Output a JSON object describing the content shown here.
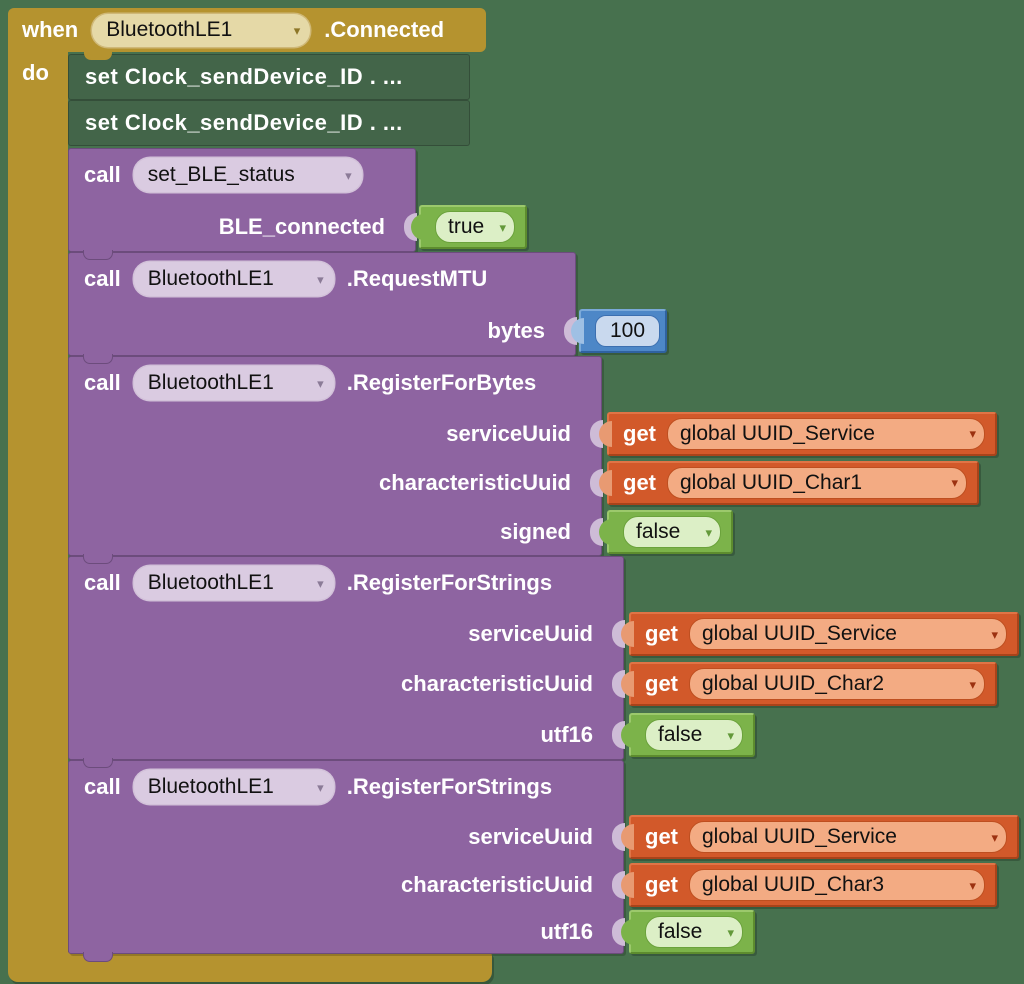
{
  "workspace": {
    "background": "#47714E"
  },
  "colors": {
    "event_gold": "#B5932F",
    "event_field": "#E5D9A7",
    "procedure_purple": "#8E64A1",
    "procedure_field": "#DACBE1",
    "logic_green": "#7CB34A",
    "logic_field": "#DCEFC6",
    "math_blue": "#4D87C7",
    "math_field": "#C9D9EE",
    "variable_orange": "#D2592A",
    "variable_field": "#F3AB83",
    "collapsed_green": "#436549"
  },
  "icons": {
    "dropdown_arrow": "▾"
  },
  "when": {
    "keyword": "when",
    "component": "BluetoothLE1",
    "event": ".Connected",
    "do": "do"
  },
  "collapsed": [
    {
      "text": "set  Clock_sendDevice_ID . ..."
    },
    {
      "text": "set  Clock_sendDevice_ID . ..."
    }
  ],
  "calls": [
    {
      "kw": "call",
      "name": "set_BLE_status",
      "method": "",
      "rows": [
        {
          "label": "BLE_connected",
          "vtype": "logic",
          "vtext": "true"
        }
      ]
    },
    {
      "kw": "call",
      "name": "BluetoothLE1",
      "method": ".RequestMTU",
      "rows": [
        {
          "label": "bytes",
          "vtype": "math",
          "vtext": "100"
        }
      ]
    },
    {
      "kw": "call",
      "name": "BluetoothLE1",
      "method": ".RegisterForBytes",
      "rows": [
        {
          "label": "serviceUuid",
          "vtype": "variable",
          "vkw": "get",
          "vtext": "global UUID_Service"
        },
        {
          "label": "characteristicUuid",
          "vtype": "variable",
          "vkw": "get",
          "vtext": "global UUID_Char1"
        },
        {
          "label": "signed",
          "vtype": "logic",
          "vtext": "false"
        }
      ]
    },
    {
      "kw": "call",
      "name": "BluetoothLE1",
      "method": ".RegisterForStrings",
      "rows": [
        {
          "label": "serviceUuid",
          "vtype": "variable",
          "vkw": "get",
          "vtext": "global UUID_Service"
        },
        {
          "label": "characteristicUuid",
          "vtype": "variable",
          "vkw": "get",
          "vtext": "global UUID_Char2"
        },
        {
          "label": "utf16",
          "vtype": "logic",
          "vtext": "false"
        }
      ]
    },
    {
      "kw": "call",
      "name": "BluetoothLE1",
      "method": ".RegisterForStrings",
      "rows": [
        {
          "label": "serviceUuid",
          "vtype": "variable",
          "vkw": "get",
          "vtext": "global UUID_Service"
        },
        {
          "label": "characteristicUuid",
          "vtype": "variable",
          "vkw": "get",
          "vtext": "global UUID_Char3"
        },
        {
          "label": "utf16",
          "vtype": "logic",
          "vtext": "false"
        }
      ]
    }
  ]
}
